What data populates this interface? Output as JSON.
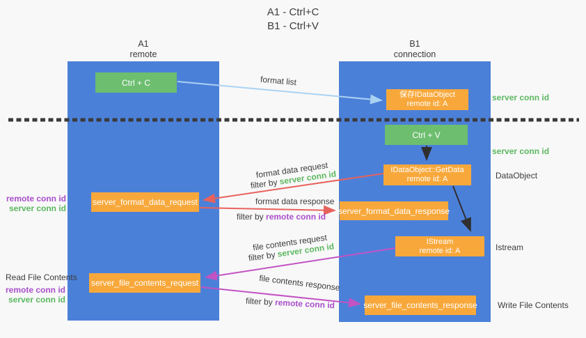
{
  "title": {
    "line1": "A1 - Ctrl+C",
    "line2": "B1 - Ctrl+V"
  },
  "columns": {
    "left": {
      "name": "A1",
      "role": "remote"
    },
    "right": {
      "name": "B1",
      "role": "connection"
    }
  },
  "nodes": {
    "ctrl_c": "Ctrl + C",
    "ctrl_v": "Ctrl + V",
    "save_idataobject": {
      "line1": "保存IDataObject",
      "line2": "remote id: A"
    },
    "getdata": {
      "line1": "IDataObject::GetData",
      "line2": "remote id: A"
    },
    "istream": {
      "line1": "IStream",
      "line2": "remote id: A"
    },
    "server_format_data_request": "server_format_data_request",
    "server_format_data_response": "server_format_data_response",
    "server_file_contents_request": "server_file_contents_request",
    "server_file_contents_response": "server_file_contents_response"
  },
  "arrow_labels": {
    "format_list": "format list",
    "format_data_request": "format data request",
    "format_data_response": "format data response",
    "file_contents_request": "file contents request",
    "file_contents_response": "file contents response",
    "filter_by": "filter by",
    "server_conn_id": "server conn id",
    "remote_conn_id": "remote conn id"
  },
  "side_labels": {
    "server_conn_id": "server conn id",
    "remote_conn_id": "remote conn id",
    "dataobject": "DataObject",
    "istream": "Istream",
    "read_file_contents": "Read File Contents",
    "write_file_contents": "Write File Contents"
  },
  "colors": {
    "column_blue": "#4b80d9",
    "node_green": "#6dbe6f",
    "node_orange": "#f8a83b",
    "arrow_light_blue": "#aad2f2",
    "arrow_red": "#e8625c",
    "arrow_magenta": "#c353c3",
    "arrow_black": "#2f2f2f",
    "text_green": "#5cb860",
    "text_purple": "#a94fcb",
    "dotted_line": "#3a3a3a"
  }
}
